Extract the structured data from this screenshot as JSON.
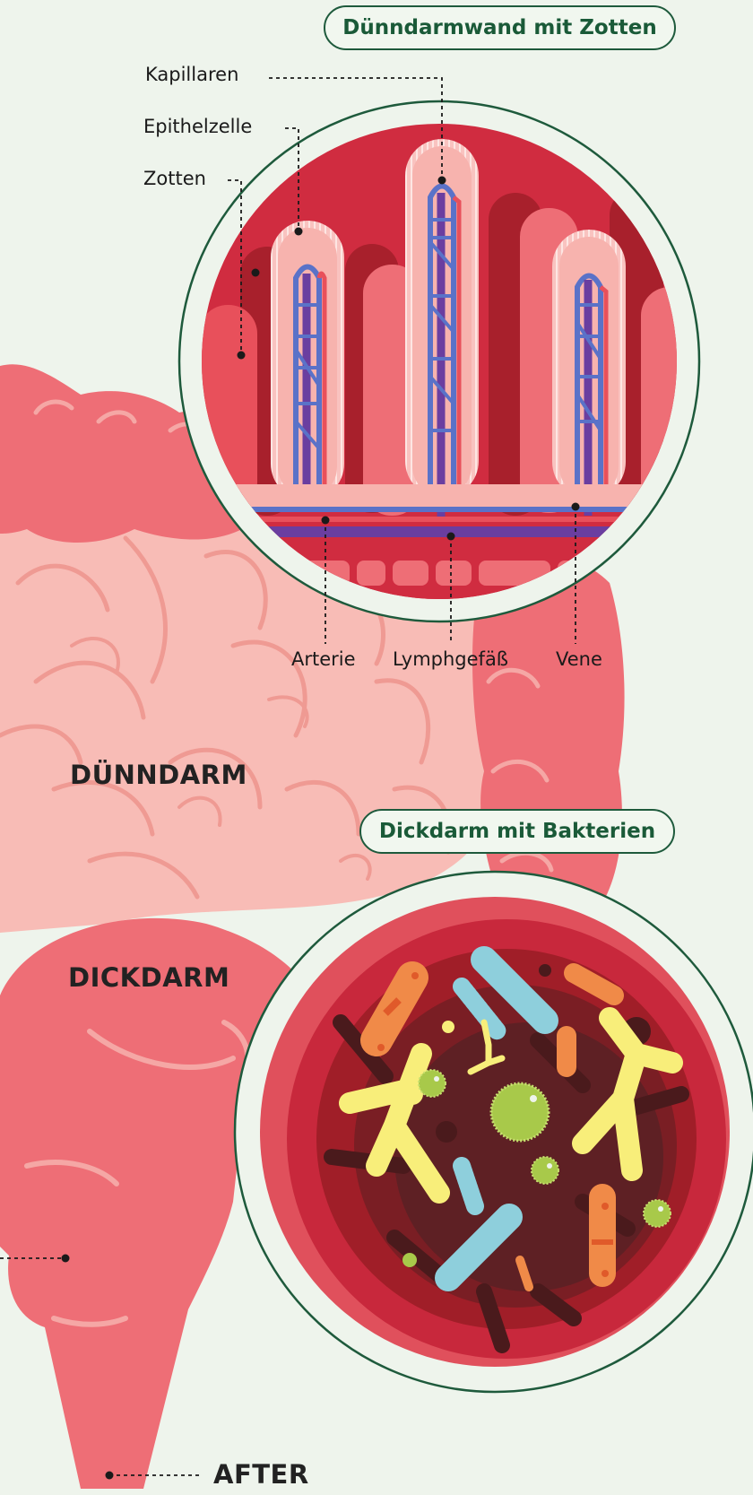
{
  "callouts": {
    "villi_wall_title": "Dünndarmwand mit Zotten",
    "colon_bacteria_title": "Dickdarm mit Bakterien"
  },
  "villi_labels": {
    "capillaries": "Kapillaren",
    "epithelial_cell": "Epithelzelle",
    "villi": "Zotten",
    "artery": "Arterie",
    "lymph_vessel": "Lymphgefäß",
    "vein": "Vene"
  },
  "organ_labels": {
    "small_intestine": "DÜNNDARM",
    "large_intestine": "DICKDARM",
    "anus": "AFTER"
  },
  "colors": {
    "background": "#eef4ec",
    "small_intestine": "#f8bcb6",
    "large_intestine": "#ee6e76",
    "outline_green": "#1e5a3c",
    "artery_red": "#e8505b",
    "vein_blue": "#5a72c8",
    "lymph_purple": "#6a3ea0",
    "bacteria_blue": "#8ecfdc",
    "bacteria_orange": "#f08a48",
    "bacteria_yellow": "#f8ee7a",
    "bacteria_green": "#a8c94a"
  }
}
